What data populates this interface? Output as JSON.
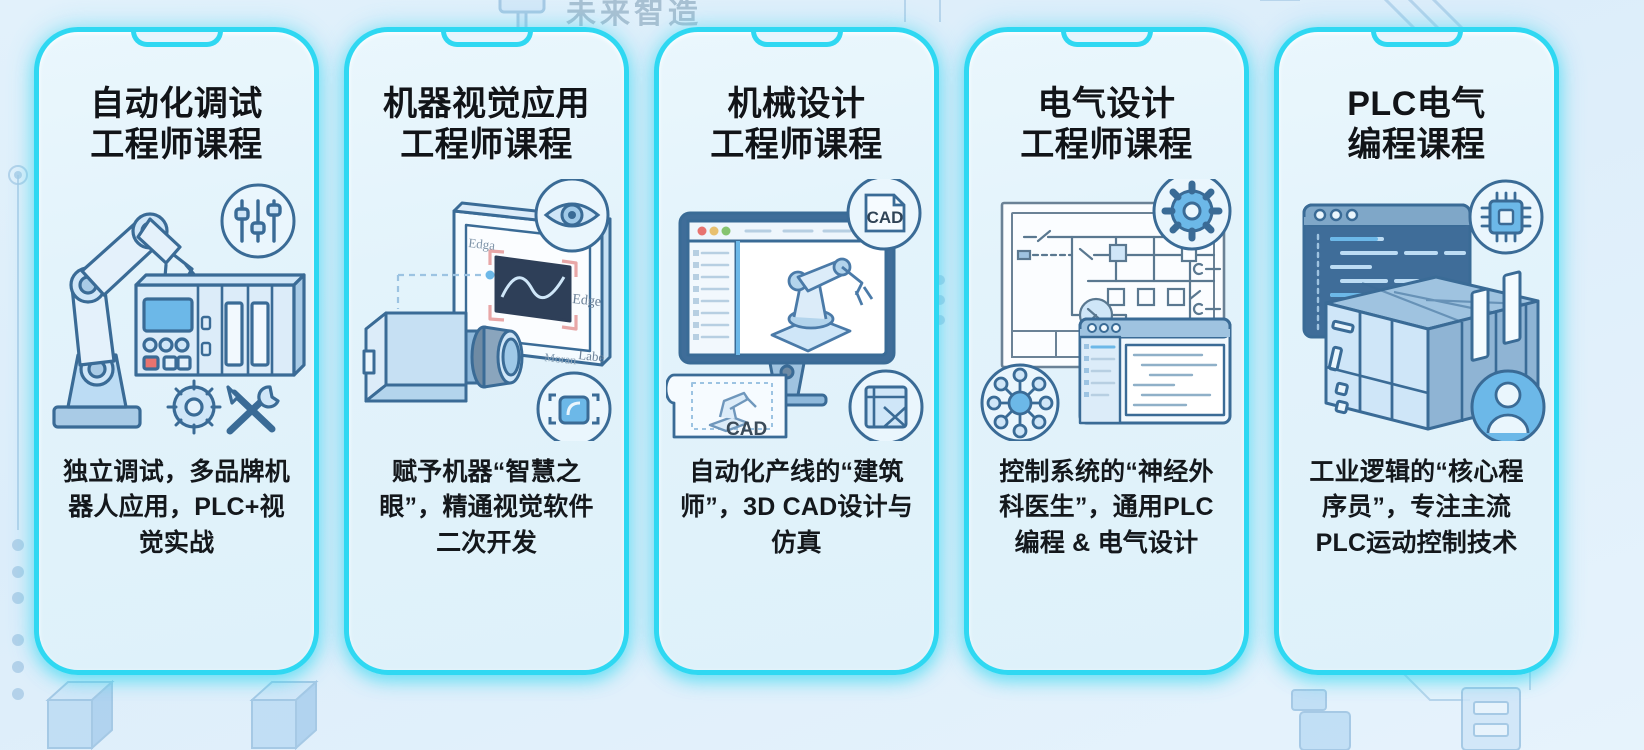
{
  "background": {
    "top_caption": "未来智造",
    "accent_color": "#2fd8f2",
    "card_bg_color": "#e5f3fb",
    "page_bg_color": "#e2f1fb",
    "illustration_line_color": "#3a6b96",
    "illustration_fill_color": "#b9d6ee"
  },
  "cards": [
    {
      "title_line1": "自动化调试",
      "title_line2": "工程师课程",
      "description": "独立调试，多品牌机器人应用，PLC+视觉实战",
      "illustration": "robot-arm-plc-controller",
      "badges": [
        "sliders-icon",
        "gear-icon",
        "tools-icon"
      ]
    },
    {
      "title_line1": "机器视觉应用",
      "title_line2": "工程师课程",
      "description": "赋予机器“智慧之眼”，精通视觉软件二次开发",
      "illustration": "industrial-camera-vision-screen",
      "badges": [
        "eye-icon",
        "scan-icon"
      ],
      "screen_labels": [
        "Edga",
        "Edge",
        "Moran",
        "Labe"
      ]
    },
    {
      "title_line1": "机械设计",
      "title_line2": "工程师课程",
      "description": "自动化产线的“建筑师”，3D CAD设计与仿真",
      "illustration": "cad-monitor-robot-model",
      "badges": [
        "cad-file-icon",
        "blueprint-icon"
      ],
      "labels": [
        "CAD",
        "CAD"
      ]
    },
    {
      "title_line1": "电气设计",
      "title_line2": "工程师课程",
      "description": "控制系统的“神经外科医生”，通用PLC编程 & 电气设计",
      "illustration": "electrical-schematic-code-window",
      "badges": [
        "gear-icon",
        "network-node-icon"
      ]
    },
    {
      "title_line1": "PLC电气",
      "title_line2": "编程课程",
      "description": "工业逻辑的“核心程序员”，专注主流PLC运动控制技术",
      "illustration": "plc-rack-code-window",
      "badges": [
        "chip-icon",
        "user-icon"
      ]
    }
  ]
}
